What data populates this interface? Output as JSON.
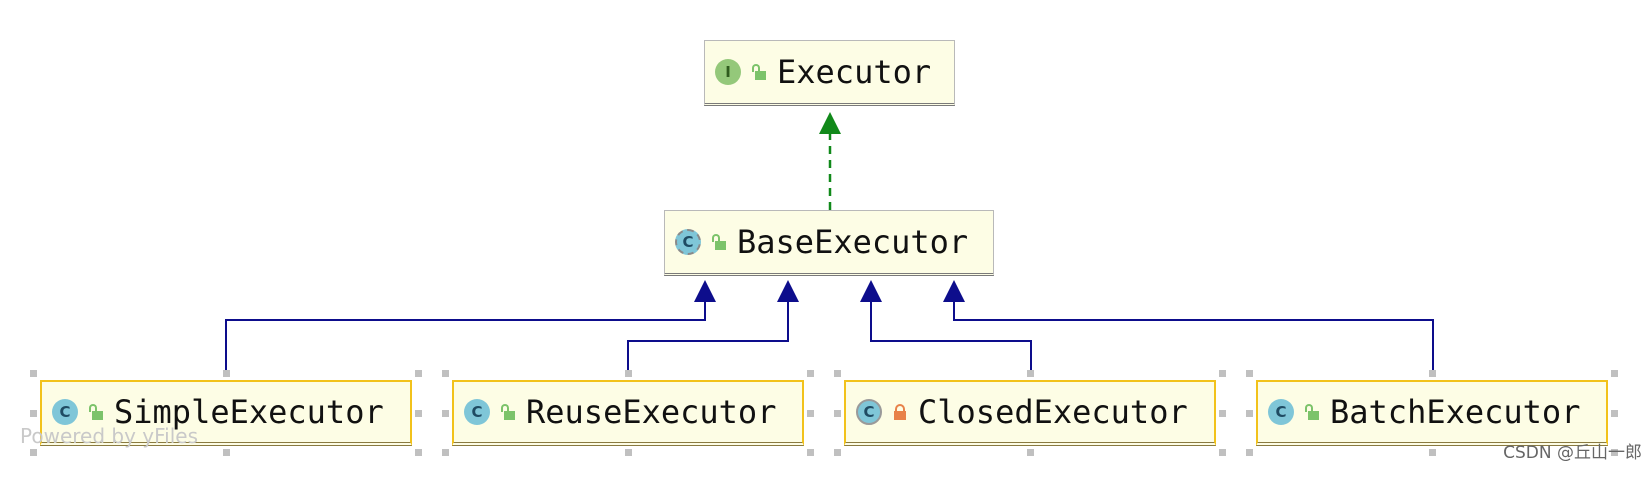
{
  "nodes": {
    "executor": {
      "name": "Executor",
      "kind": "interface",
      "badge": "I",
      "access": "public"
    },
    "base_executor": {
      "name": "BaseExecutor",
      "kind": "abstract-class",
      "badge": "C",
      "access": "public"
    },
    "simple_executor": {
      "name": "SimpleExecutor",
      "kind": "class",
      "badge": "C",
      "access": "public"
    },
    "reuse_executor": {
      "name": "ReuseExecutor",
      "kind": "class",
      "badge": "C",
      "access": "public"
    },
    "closed_executor": {
      "name": "ClosedExecutor",
      "kind": "class",
      "badge": "C",
      "access": "private"
    },
    "batch_executor": {
      "name": "BatchExecutor",
      "kind": "class",
      "badge": "C",
      "access": "public"
    }
  },
  "edges": [
    {
      "from": "base_executor",
      "to": "executor",
      "type": "implements"
    },
    {
      "from": "simple_executor",
      "to": "base_executor",
      "type": "extends"
    },
    {
      "from": "reuse_executor",
      "to": "base_executor",
      "type": "extends"
    },
    {
      "from": "closed_executor",
      "to": "base_executor",
      "type": "extends"
    },
    {
      "from": "batch_executor",
      "to": "base_executor",
      "type": "extends"
    }
  ],
  "colors": {
    "implements": "#11891a",
    "extends": "#0d0d8c",
    "node_fill": "#fdfde5",
    "selection": "#f2c21b"
  },
  "watermark": "Powered by yFiles",
  "credit": "CSDN @丘山一郎"
}
